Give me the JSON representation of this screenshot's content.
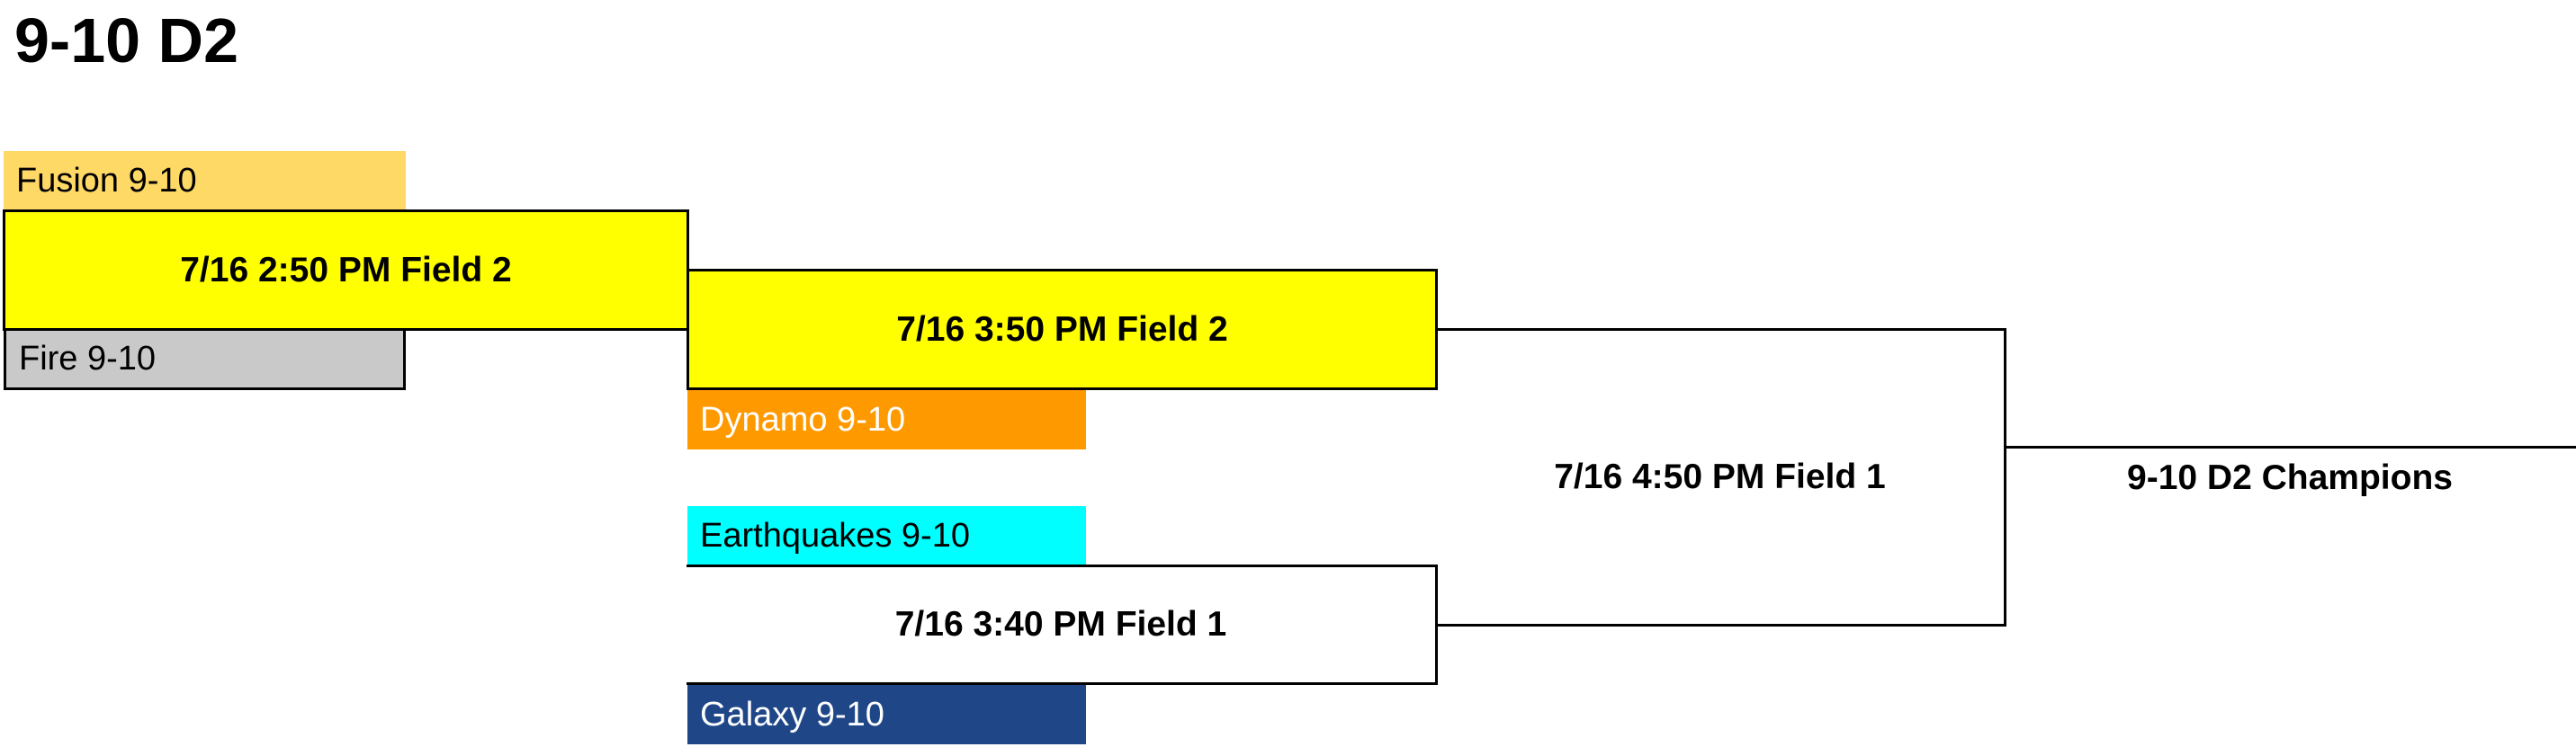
{
  "title": "9-10 D2",
  "teams": {
    "fusion": {
      "name": "Fusion 9-10",
      "color": "#FFD966",
      "text_color": "#000000"
    },
    "fire": {
      "name": "Fire 9-10",
      "color": "#C9C9C9",
      "text_color": "#000000"
    },
    "dynamo": {
      "name": "Dynamo 9-10",
      "color": "#FF9900",
      "text_color": "#FFFFFF"
    },
    "earthquakes": {
      "name": "Earthquakes 9-10",
      "color": "#00FFFF",
      "text_color": "#000000"
    },
    "galaxy": {
      "name": "Galaxy 9-10",
      "color": "#1F4788",
      "text_color": "#FFFFFF"
    }
  },
  "matches": {
    "round1": {
      "label": "7/16 2:50 PM Field 2",
      "color": "#FFFF00"
    },
    "semi_top": {
      "label": "7/16 3:50 PM Field 2",
      "color": "#FFFF00"
    },
    "semi_bot": {
      "label": "7/16 3:40 PM Field 1",
      "color": "#FFFFFF"
    },
    "final": {
      "label": "7/16 4:50 PM Field 1"
    }
  },
  "champion": {
    "label": "9-10 D2 Champions"
  }
}
